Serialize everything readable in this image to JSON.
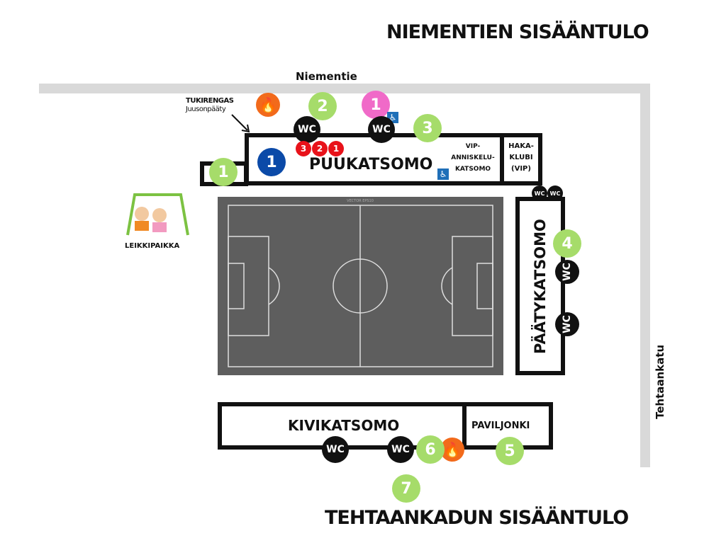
{
  "title_top": "NIEMENTIEN SISÄÄNTULO",
  "title_bottom": "TEHTAANKADUN SISÄÄNTULO",
  "roads": {
    "top": "Niementie",
    "right": "Tehtaankatu"
  },
  "labels": {
    "tukirengas_1": "TUKIRENGAS",
    "tukirengas_2": "Juusonpääty",
    "playground": "LEIKKIPAIKKA",
    "field": "VECTOR EPS10"
  },
  "stands": {
    "puukatsomo": "PUUKATSOMO",
    "vip_1": "VIP-",
    "vip_2": "ANNISKELU-",
    "vip_3": "KATSOMO",
    "haka_1": "HAKA-",
    "haka_2": "KLUBI",
    "haka_3": "(VIP)",
    "paatykatsomo": "PÄÄTYKATSOMO",
    "kivikatsomo": "KIVIKATSOMO",
    "paviljonki": "PAVILJONKI"
  },
  "markers": {
    "wc": "WC",
    "green": [
      "1",
      "2",
      "3",
      "4",
      "5",
      "6",
      "7"
    ],
    "pink": "1",
    "blue": "1",
    "red": [
      "3",
      "2",
      "1"
    ]
  },
  "colors": {
    "green": "#a6dc6a",
    "pink": "#f06ac8",
    "blue": "#0b4aa8",
    "red": "#e8121a",
    "field": "#5e5e5e"
  }
}
